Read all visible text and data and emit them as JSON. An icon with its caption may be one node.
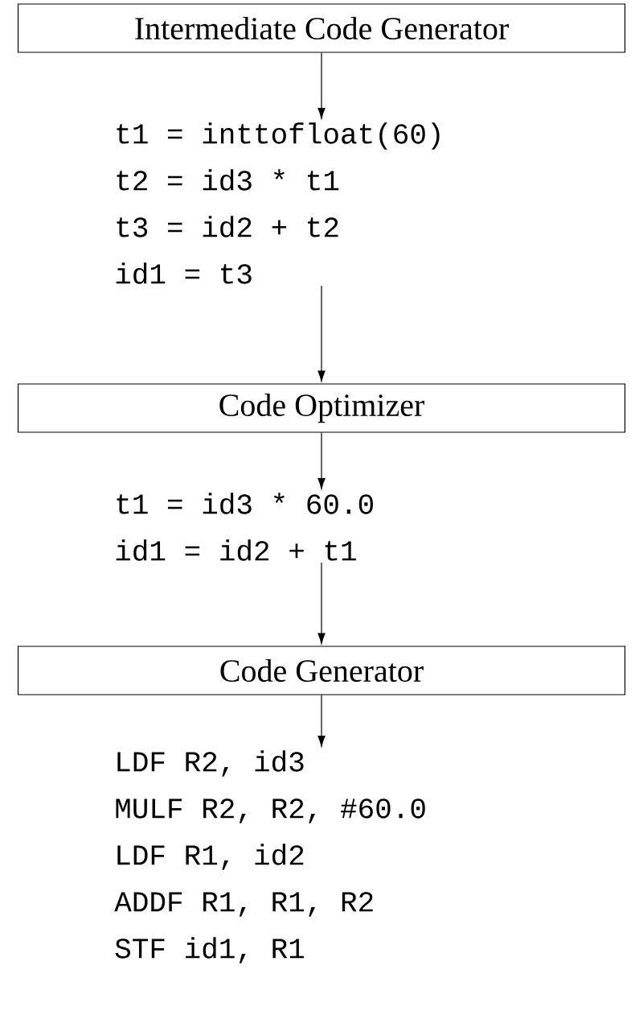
{
  "diagram": {
    "nodes": [
      {
        "text": [
          "Intermediate Code Generator"
        ]
      },
      {
        "text": [
          "t1 = inttofloat(60)",
          "t2 = id3 * t1",
          "t3 = id2 + t2",
          "id1 = t3"
        ]
      },
      {
        "text": [
          "Code Optimizer"
        ]
      },
      {
        "text": [
          "t1 = id3 * 60.0",
          "id1 = id2 + t1"
        ]
      },
      {
        "text": [
          "Code Generator"
        ]
      },
      {
        "text": [
          "LDF R2, id3",
          "MULF R2, R2, #60.0",
          "LDF R1, id2",
          "ADDF R1, R1, R2",
          "STF id1, R1"
        ]
      }
    ],
    "edges": [
      {
        "from": 0,
        "to": 1,
        "arrow": "to"
      },
      {
        "from": 1,
        "to": 2,
        "arrow": "to"
      },
      {
        "from": 2,
        "to": 3,
        "arrow": "to"
      },
      {
        "from": 3,
        "to": 4,
        "arrow": "to"
      },
      {
        "from": 4,
        "to": 5,
        "arrow": "to"
      }
    ]
  }
}
